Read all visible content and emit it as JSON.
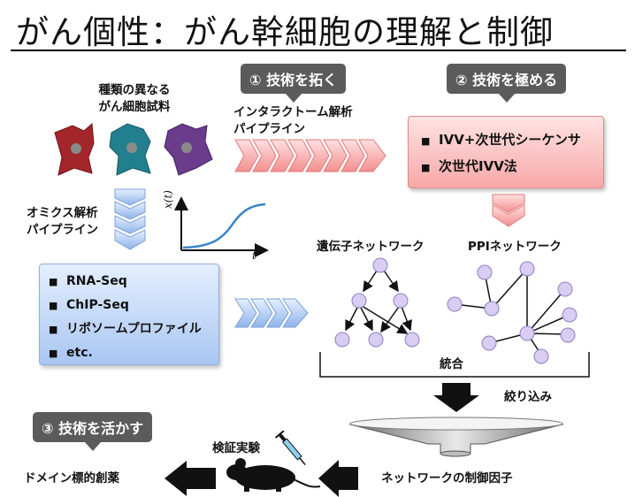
{
  "title": "がん個性：がん幹細胞の理解と制御",
  "steps": {
    "step1": "① 技術を拓く",
    "step2": "② 技術を極める",
    "step3": "③ 技術を活かす"
  },
  "samples_label": [
    "種類の異なる",
    "がん細胞試料"
  ],
  "pipeline1_label": [
    "インタラクトーム解析",
    "パイプライン"
  ],
  "pipeline2_label": [
    "オミクス解析",
    "パイプライン"
  ],
  "pink_box_items": [
    "IVV+次世代シーケンサ",
    "次世代IVV法"
  ],
  "blue_box_items": [
    "RNA-Seq",
    "ChIP-Seq",
    "リボソームプロファイル",
    "etc."
  ],
  "plot": {
    "ylabel": "x(t)",
    "xlabel": "t"
  },
  "gene_network_label": "遺伝子ネットワーク",
  "ppi_network_label": "PPIネットワーク",
  "integration_label": "統合",
  "narrowing_label": "絞り込み",
  "control_factor_label": "ネットワークの制御因子",
  "validation_label": "検証実験",
  "drug_discovery_label": "ドメイン標的創薬",
  "colors": {
    "cell1": "#a3262a",
    "cell2": "#22808e",
    "cell3": "#6b3c8c",
    "node": "#d9cdf3",
    "pink": "#f7a8a8",
    "blue": "#a9c6f2"
  }
}
